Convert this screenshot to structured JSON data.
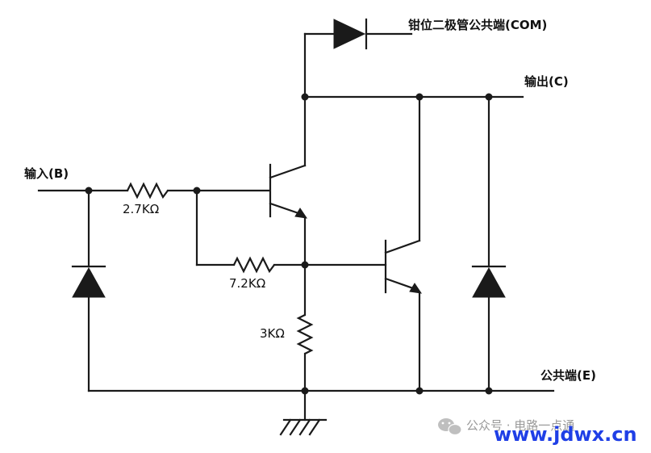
{
  "labels": {
    "clamp_diode_common": "钳位二极管公共端(COM)",
    "output": "输出(C)",
    "input": "输入(B)",
    "common": "公共端(E)"
  },
  "resistors": {
    "r1": "2.7KΩ",
    "r2": "7.2KΩ",
    "r3": "3KΩ"
  },
  "watermark": {
    "account": "公众号 · 电路一点通",
    "site": "www.jdwx.cn"
  },
  "colors": {
    "line": "#1a1a1a",
    "site": "#1f3fe6",
    "watermark": "#9a9a9a"
  }
}
